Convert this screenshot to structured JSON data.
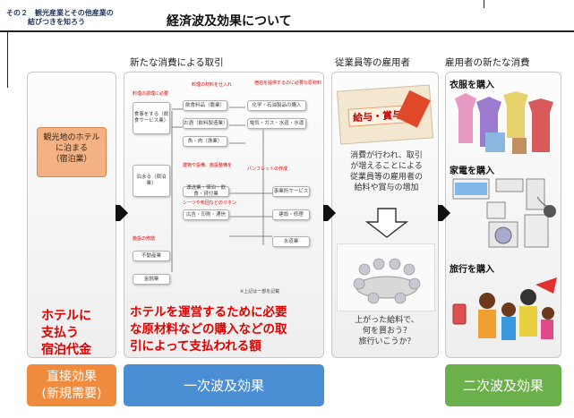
{
  "header": {
    "section_line1": "その２　観光産業とその他産業の",
    "section_line2": "結びつきを知ろう",
    "title": "経済波及効果について"
  },
  "columns": {
    "col2": "新たな消費による取引",
    "col3": "従業員等の雇用者",
    "col4": "雇用者の新たな消費"
  },
  "hotel": {
    "box_line1": "観光地のホテル",
    "box_line2": "に泊まる",
    "box_line3": "（宿泊業）",
    "red_line1": "ホテルに",
    "red_line2": "支払う",
    "red_line3": "宿泊代金"
  },
  "flow": {
    "box_food": "食事をする（飲食サービス業）",
    "box_stay": "泊まる（宿泊業）",
    "box_food_mat": "飲食料品（農業）",
    "box_food_mat2": "お酒（飲料製造業）",
    "box_meat": "魚・肉（漁業）",
    "box_chem": "化学・石油製品の購入",
    "box_utilities": "電気・ガス・水道・水運",
    "box_service": "事業所サービス",
    "box_repair": "建設・修理",
    "box_ad": "広告・印刷・通信",
    "box_trans": "運送業・宿泊・飲食・貸付業",
    "box_real": "不動産業",
    "box_water": "水道業",
    "box_finance": "金融業",
    "red1": "料理の材料を仕入れ",
    "red2": "料理の調理に必要",
    "red3": "宿泊を提供するのに必要な原材料",
    "red4": "建物や設備、施設整備を",
    "red5": "シーツや布団などのリネン",
    "red6": "パンフレットの作成",
    "red7": "施設の修繕",
    "note": "※上記は一部を記載"
  },
  "flow_caption": {
    "line1": "ホテルを運営するために必要",
    "line2": "な原材料などの購入などの取",
    "line3": "引によって支払われる額"
  },
  "employee": {
    "bonus_label": "給与・賞与",
    "desc_line1": "消費が行われ、取引",
    "desc_line2": "が増えることによる",
    "desc_line3": "従業員等の雇用者の",
    "desc_line4": "給料や賞与の増加",
    "bottom_line1": "上がった給料で、",
    "bottom_line2": "何を買おう？",
    "bottom_line3": "旅行いこうか？"
  },
  "consumption": {
    "clothes": "衣服を購入",
    "appliances": "家電を購入",
    "travel": "旅行を購入"
  },
  "bottom": {
    "direct_line1": "直接効果",
    "direct_line2": "(新規需要)",
    "primary": "一次波及効果",
    "secondary": "二次波及効果"
  },
  "colors": {
    "direct": "#f08a3c",
    "primary": "#4a8fd4",
    "secondary": "#6bb04a",
    "red_text": "#e00000",
    "hotel_box": "#f4b183"
  }
}
